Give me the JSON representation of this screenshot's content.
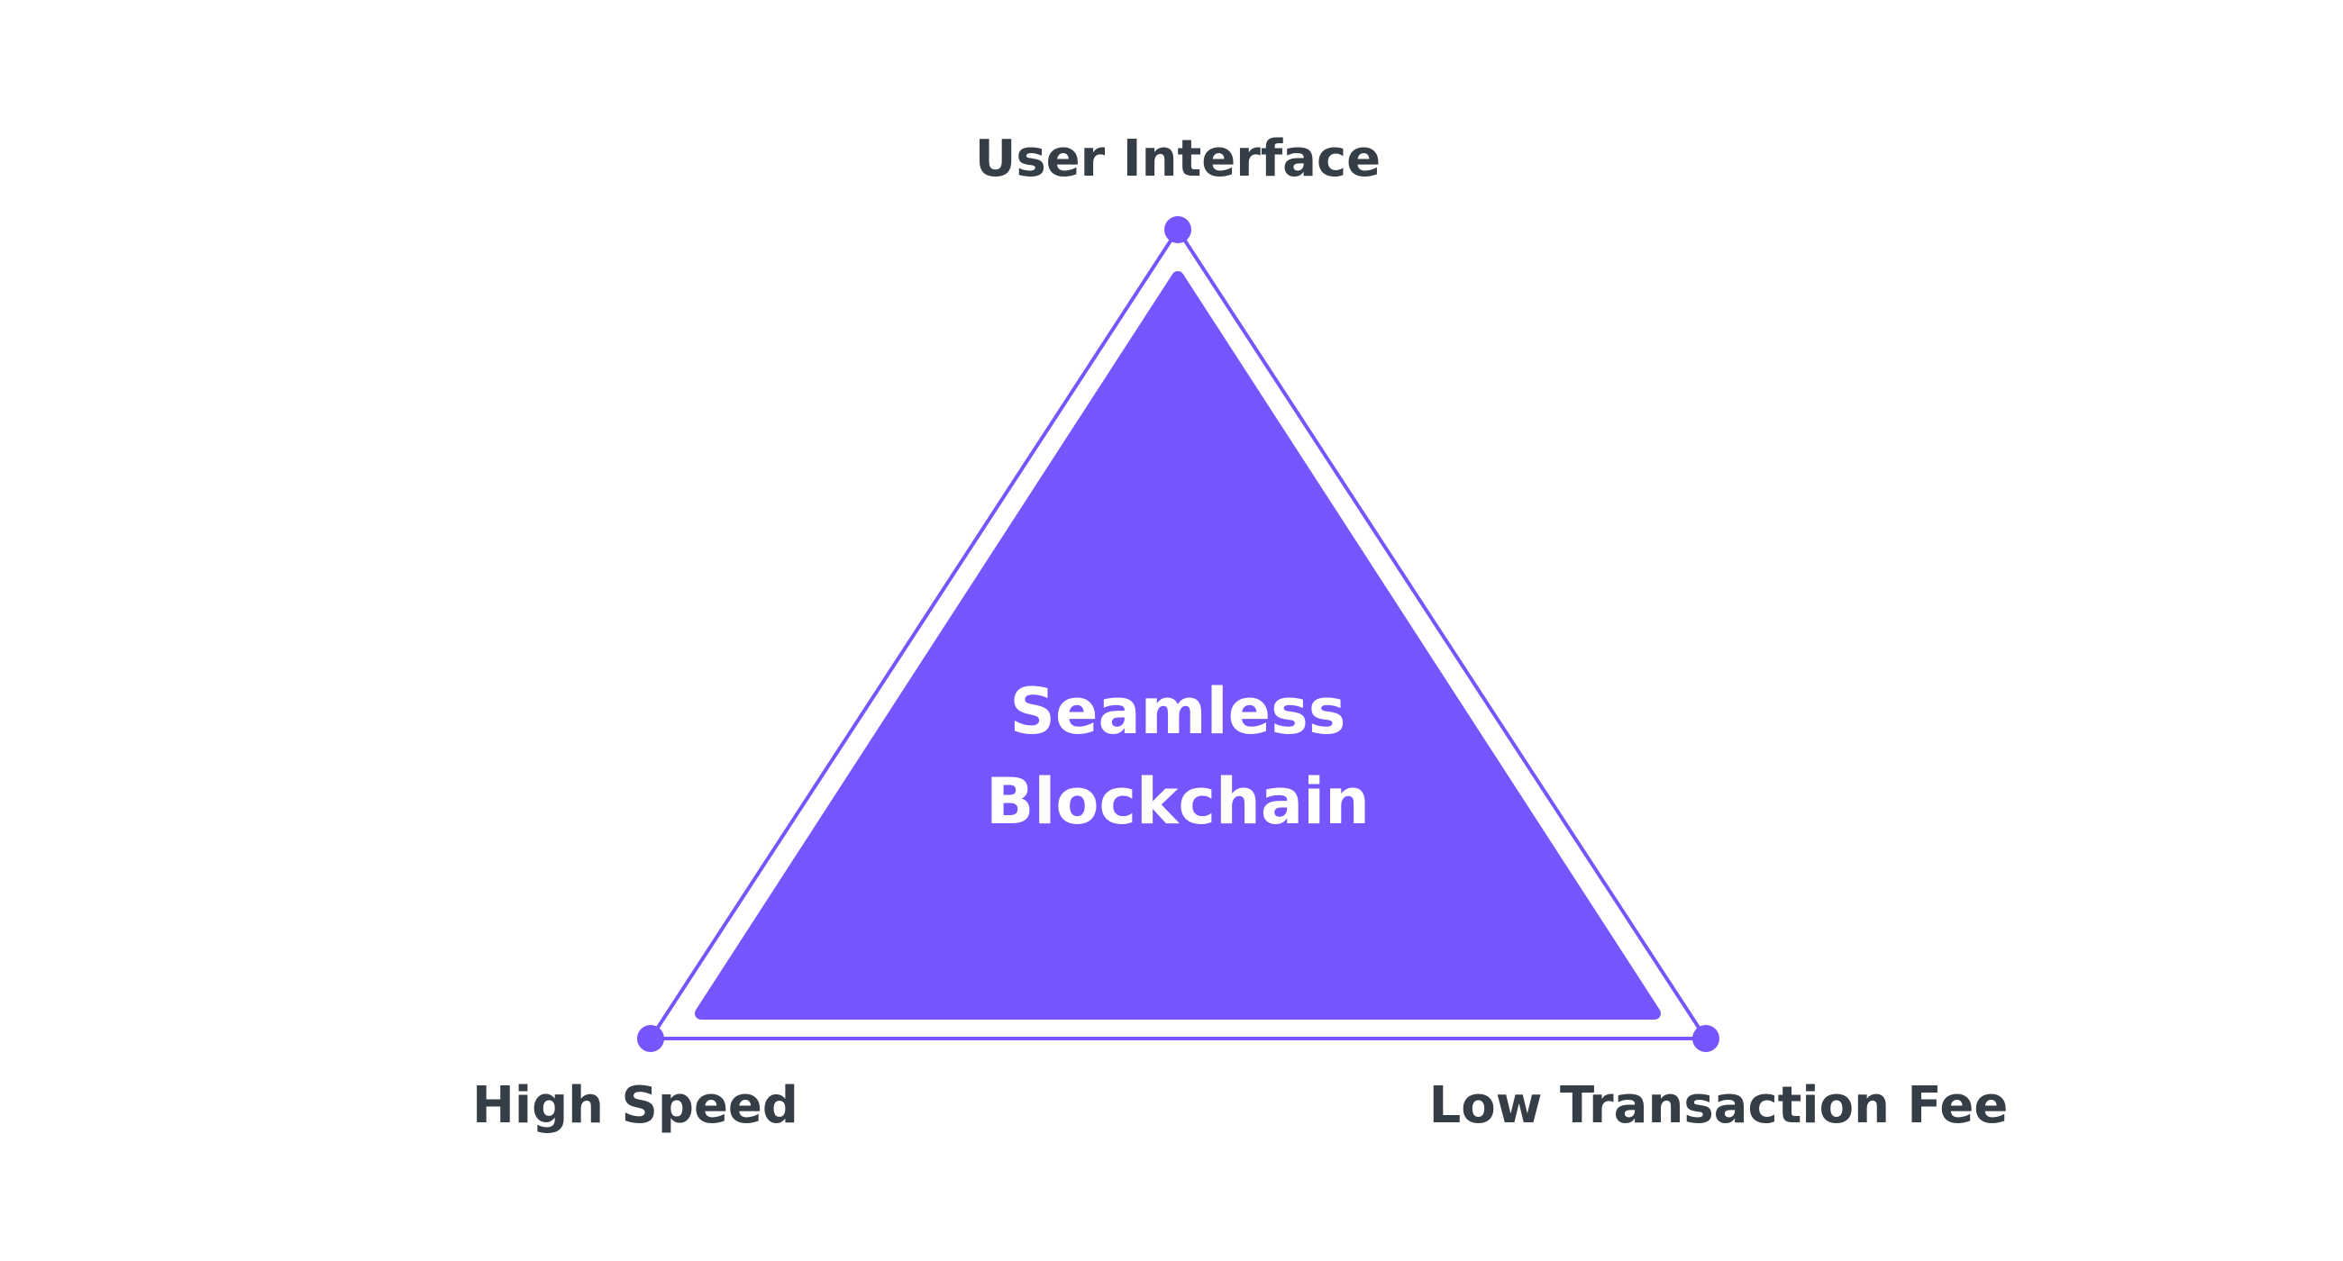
{
  "diagram": {
    "center": {
      "line1": "Seamless",
      "line2": "Blockchain"
    },
    "vertices": {
      "top": "User Interface",
      "left": "High Speed",
      "right": "Low Transaction Fee"
    }
  },
  "colors": {
    "accent": "#7655fd",
    "label_text": "#353d47",
    "center_text": "#ffffff",
    "background": "#ffffff"
  }
}
